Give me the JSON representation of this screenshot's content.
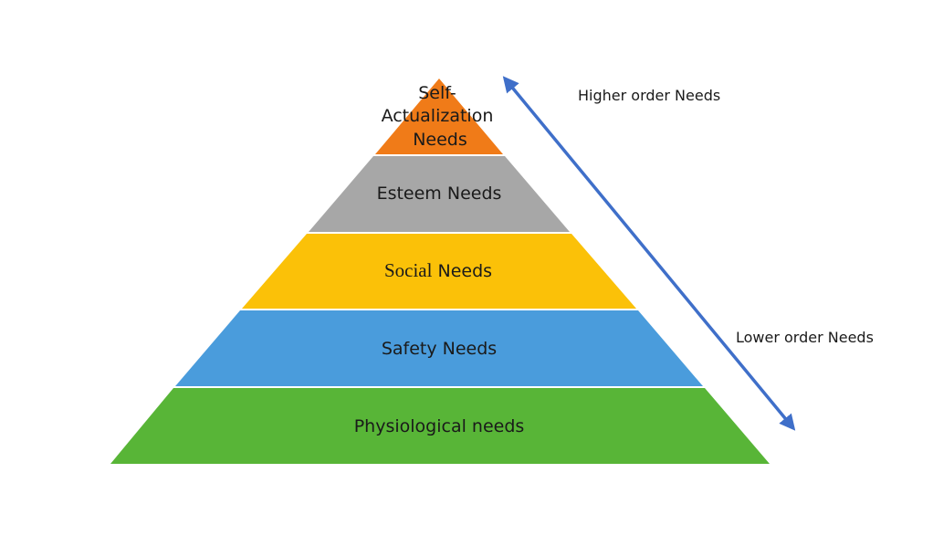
{
  "pyramid": {
    "tiers": [
      {
        "id": "self-actualization",
        "lines": [
          "Self-",
          "Actualization",
          "Needs"
        ],
        "color": "#f07b18"
      },
      {
        "id": "esteem",
        "lines": [
          "Esteem Needs"
        ],
        "color": "#a7a7a7"
      },
      {
        "id": "social",
        "serif_part": "Social",
        "sans_part": "Needs",
        "color": "#fbc108"
      },
      {
        "id": "safety",
        "lines": [
          "Safety Needs"
        ],
        "color": "#4a9cdc"
      },
      {
        "id": "physiological",
        "lines": [
          "Physiological needs"
        ],
        "color": "#58b537"
      }
    ]
  },
  "arrow": {
    "color": "#3f6fc9",
    "top_label": "Higher order Needs",
    "bottom_label": "Lower order Needs"
  }
}
